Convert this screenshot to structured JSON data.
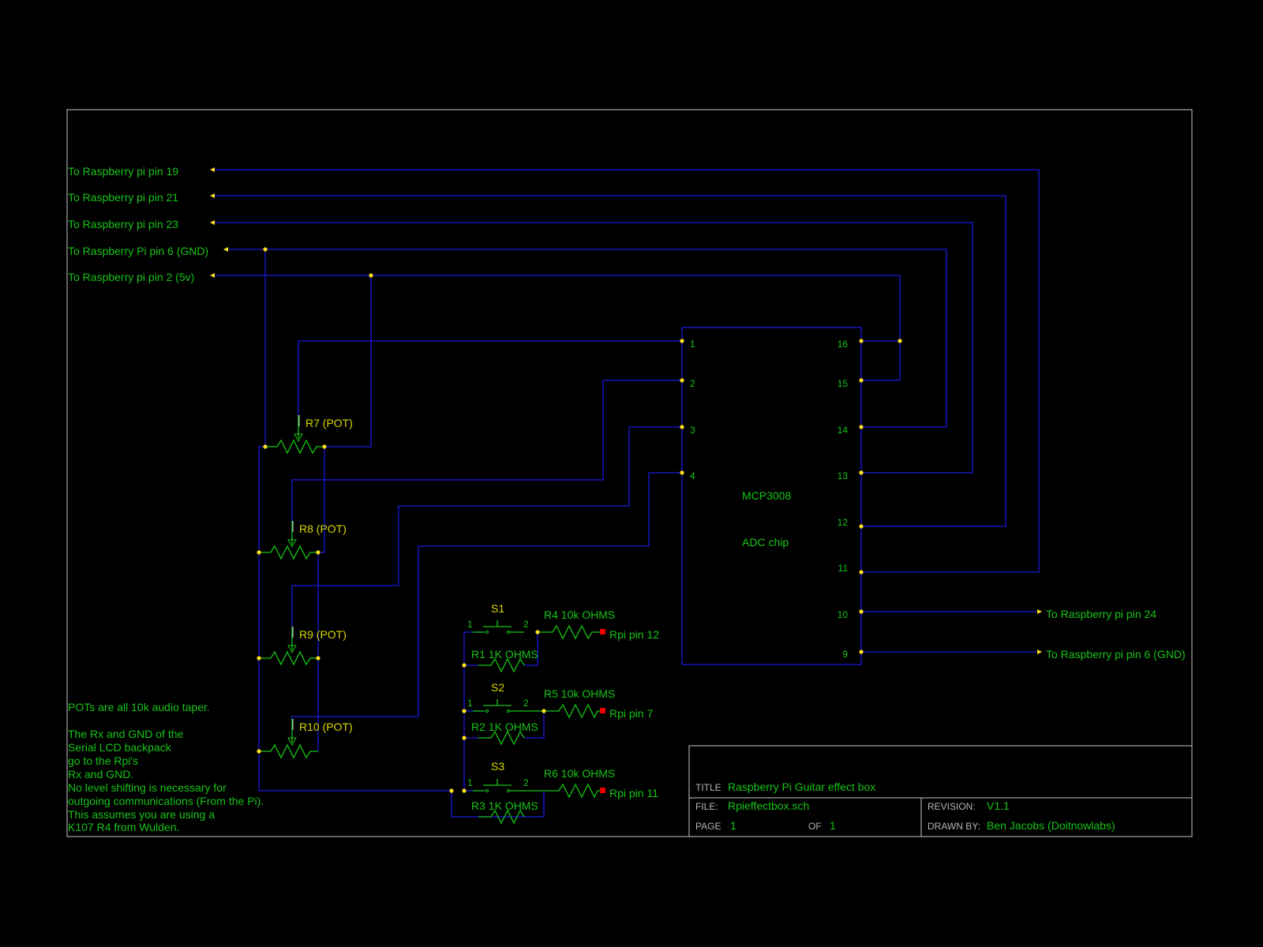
{
  "connectors": {
    "pi19": "To Raspberry pi pin 19",
    "pi21": "To Raspberry pi pin 21",
    "pi23": "To Raspberry pi pin 23",
    "pi6": "To Raspberry Pi pin 6 (GND)",
    "pi2": "To Raspberry pi pin 2 (5v)",
    "pi24": "To Raspberry pi pin 24",
    "pi6b": "To Raspberry pi pin 6 (GND)"
  },
  "chip": {
    "name": "MCP3008",
    "desc": "ADC chip",
    "left_pins": [
      "1",
      "2",
      "3",
      "4"
    ],
    "right_pins": [
      "16",
      "15",
      "14",
      "13",
      "12",
      "11",
      "10",
      "9"
    ]
  },
  "pots": [
    "R7 (POT)",
    "R8 (POT)",
    "R9 (POT)",
    "R10 (POT)"
  ],
  "switches": [
    {
      "name": "S1",
      "pin1": "1",
      "pin2": "2",
      "rseries": "R4 10k OHMS",
      "rpar": "R1 1K OHMS",
      "target": "Rpi pin 12"
    },
    {
      "name": "S2",
      "pin1": "1",
      "pin2": "2",
      "rseries": "R5 10k OHMS",
      "rpar": "R2 1K OHMS",
      "target": "Rpi pin 7"
    },
    {
      "name": "S3",
      "pin1": "1",
      "pin2": "2",
      "rseries": "R6 10k OHMS",
      "rpar": "R3 1K OHMS",
      "target": "Rpi pin 11"
    }
  ],
  "notes": [
    "POTs are all 10k audio taper.",
    "",
    "The Rx and GND of the",
    "Serial LCD backpack",
    "go to the Rpi's",
    "Rx and GND.",
    "No level shifting is necessary for",
    "outgoing communications (From the Pi).",
    "This assumes you are using a",
    "K107 R4 from Wulden."
  ],
  "title_block": {
    "title_label": "TITLE",
    "title": "Raspberry Pi Guitar effect box",
    "file_label": "FILE:",
    "file": "Rpieffectbox.sch",
    "page_label": "PAGE",
    "page": "1",
    "of_label": "OF",
    "of": "1",
    "revision_label": "REVISION:",
    "revision": "V1.1",
    "drawn_label": "DRAWN BY:",
    "drawn": "Ben Jacobs (Doitnowlabs)"
  },
  "colors": {
    "background": "#000000",
    "wire": "#1a1adc",
    "component": "#17c417",
    "junction": "#ffe21a",
    "label_yellow": "#d9d900",
    "frame": "#c8c8c8",
    "pad": "#ee0000"
  }
}
